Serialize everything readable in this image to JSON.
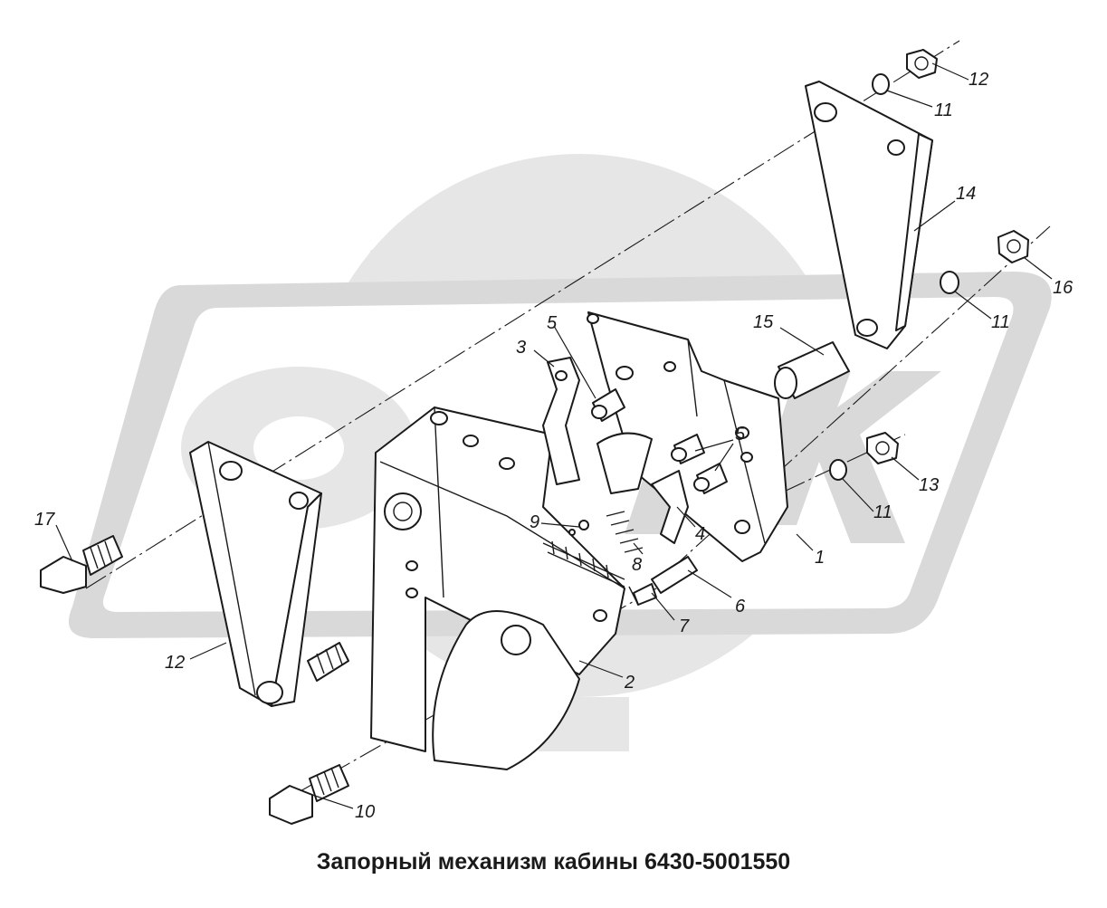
{
  "caption": "Запорный механизм кабины 6430-5001550",
  "callouts": [
    {
      "id": "c1",
      "label": "1"
    },
    {
      "id": "c2",
      "label": "2"
    },
    {
      "id": "c3",
      "label": "3"
    },
    {
      "id": "c4",
      "label": "4"
    },
    {
      "id": "c5a",
      "label": "5"
    },
    {
      "id": "c5b",
      "label": "5"
    },
    {
      "id": "c6",
      "label": "6"
    },
    {
      "id": "c7",
      "label": "7"
    },
    {
      "id": "c8",
      "label": "8"
    },
    {
      "id": "c9",
      "label": "9"
    },
    {
      "id": "c10",
      "label": "10"
    },
    {
      "id": "c11a",
      "label": "11"
    },
    {
      "id": "c11b",
      "label": "11"
    },
    {
      "id": "c11c",
      "label": "11"
    },
    {
      "id": "c12a",
      "label": "12"
    },
    {
      "id": "c12b",
      "label": "12"
    },
    {
      "id": "c13",
      "label": "13"
    },
    {
      "id": "c14",
      "label": "14"
    },
    {
      "id": "c15",
      "label": "15"
    },
    {
      "id": "c16",
      "label": "16"
    },
    {
      "id": "c17",
      "label": "17"
    }
  ]
}
